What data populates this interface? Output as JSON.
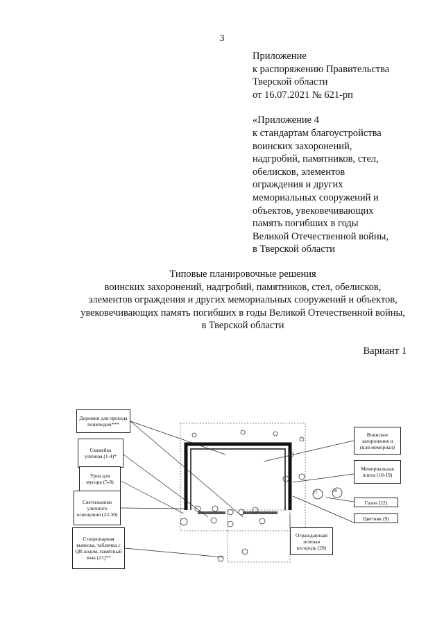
{
  "page_number": "3",
  "appendix": {
    "lines": [
      "Приложение",
      "к распоряжению Правительства",
      "Тверской области",
      "от 16.07.2021 № 621-рп"
    ],
    "lines2": [
      "«Приложение 4",
      "к стандартам благоустройства",
      "воинских захоронений,",
      "надгробий, памятников, стел,",
      "обелисков, элементов",
      "ограждения и других",
      "мемориальных сооружений и",
      "объектов, увековечивающих",
      "память погибших в годы",
      "Великой Отечественной войны,",
      "в Тверской области"
    ]
  },
  "heading": {
    "lines": [
      "Типовые планировочные решения",
      "воинских захоронений, надгробий, памятников, стел, обелисков,",
      "элементов ограждения и других мемориальных сооружений и объектов,",
      "увековечивающих память погибших в годы Великой Отечественной войны,",
      "в Тверской области"
    ]
  },
  "variant": "Вариант 1",
  "scheme": {
    "callouts_left": [
      "Дорожки для прохода пешеходов***",
      "Скамейка уличная (1-4)*",
      "Урна для мусора (5-8)",
      "Светильники уличного освещения (23-30)",
      "Стационарная вывеска, табличка с QR-кодом, памятный знак (21)**"
    ],
    "callouts_right": [
      "Воинское захоронение и (или мемориал)",
      "Мемориальная плита (10-19)",
      "Газон (22)",
      "Цветник (9)",
      "Ограждающая зеленая изгородь (20)"
    ],
    "markers": [
      "22",
      "20"
    ]
  }
}
